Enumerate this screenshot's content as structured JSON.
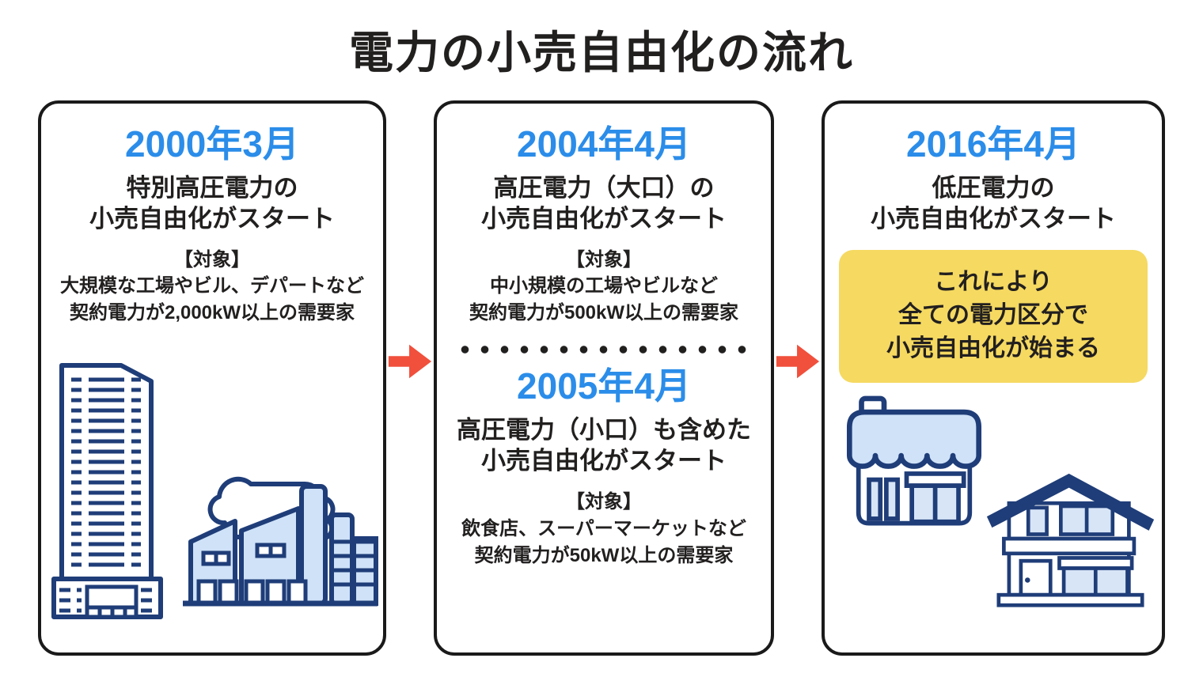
{
  "title": "電力の小売自由化の流れ",
  "panel1": {
    "date": "2000年3月",
    "heading1": "特別高圧電力の",
    "heading2": "小売自由化がスタート",
    "target_label": "【対象】",
    "target1": "大規模な工場やビル、デパートなど",
    "target2": "契約電力が2,000kW以上の需要家"
  },
  "panel2": {
    "upper": {
      "date": "2004年4月",
      "heading1": "高圧電力（大口）の",
      "heading2": "小売自由化がスタート",
      "target_label": "【対象】",
      "target1": "中小規模の工場やビルなど",
      "target2": "契約電力が500kW以上の需要家"
    },
    "lower": {
      "date": "2005年4月",
      "heading1": "高圧電力（小口）も含めた",
      "heading2": "小売自由化がスタート",
      "target_label": "【対象】",
      "target1": "飲食店、スーパーマーケットなど",
      "target2": "契約電力が50kW以上の需要家"
    }
  },
  "panel3": {
    "date": "2016年4月",
    "heading1": "低圧電力の",
    "heading2": "小売自由化がスタート",
    "note1": "これにより",
    "note2": "全ての電力区分で",
    "note3": "小売自由化が始まる"
  },
  "icons": {
    "arrow": "arrow-right-icon",
    "separator": "dotted-separator",
    "panel1_illustrations": [
      "office-building-icon",
      "factory-icon"
    ],
    "panel3_illustrations": [
      "shop-icon",
      "house-icon"
    ]
  },
  "colors": {
    "accent_blue": "#2b8de9",
    "arrow_red": "#f0503c",
    "highlight_yellow": "#f5d961",
    "ink": "#221f1f",
    "line_navy": "#1f3d78",
    "fill_lightblue": "#d7e5f7",
    "fill_paleblue": "#cfe2f8",
    "panel_border": "#1a1a1a",
    "background": "#ffffff"
  }
}
